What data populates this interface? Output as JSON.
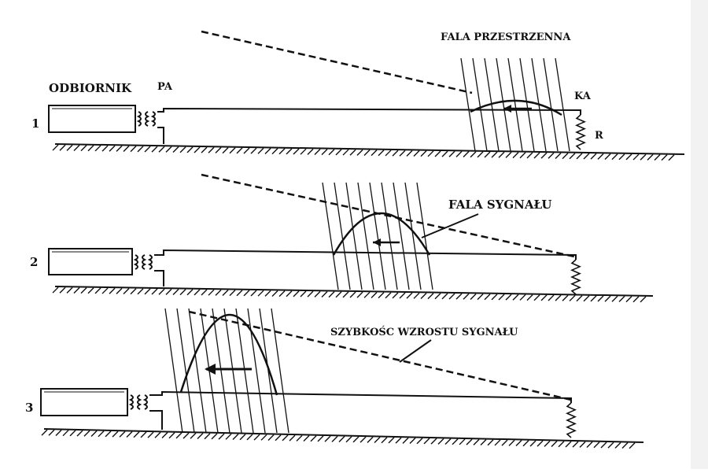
{
  "labels": {
    "space_wave": "FALA PRZESTRZENNA",
    "receiver": "ODBIORNIK",
    "pa": "PA",
    "ka": "KA",
    "r": "R",
    "signal_wave": "FALA SYGNAŁU",
    "signal_rise_rate": "SZYBKOŚC WZROSTU SYGNAŁU"
  },
  "panels": [
    {
      "number": "1"
    },
    {
      "number": "2"
    },
    {
      "number": "3"
    }
  ],
  "colors": {
    "ink": "#111111",
    "background": "#ffffff"
  }
}
